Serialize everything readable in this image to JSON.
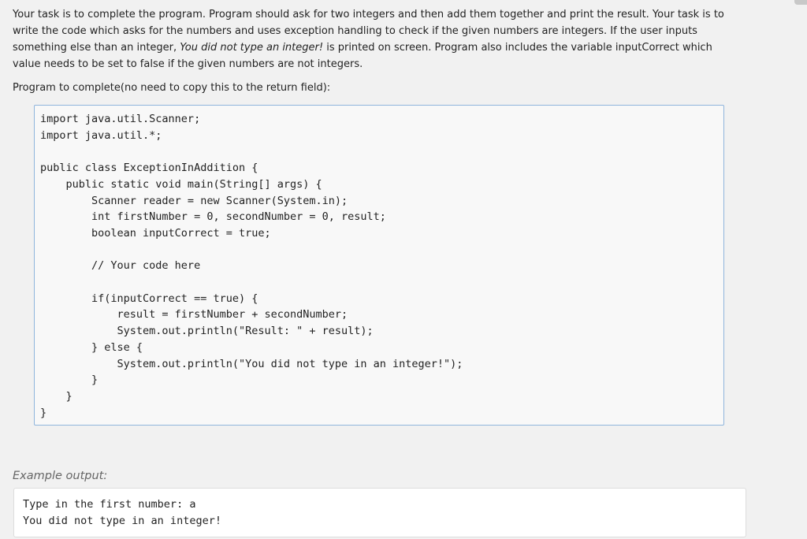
{
  "task": {
    "part1": "Your task is to complete the program. Program should ask for two integers and then add them together and print the result. Your task is to write the code which asks for the numbers and uses exception handling to check if the given numbers are integers. If the user inputs something else than an integer, ",
    "emphasis": "You did not type an integer!",
    "part2": " is printed on screen. Program also includes the variable inputCorrect which value needs to be set to false if the given numbers are not integers."
  },
  "intro": "Program to complete(no need to copy this to the return field):",
  "code": "import java.util.Scanner;\nimport java.util.*;\n\npublic class ExceptionInAddition {\n    public static void main(String[] args) {\n        Scanner reader = new Scanner(System.in);\n        int firstNumber = 0, secondNumber = 0, result;\n        boolean inputCorrect = true;\n\n        // Your code here\n\n        if(inputCorrect == true) {\n            result = firstNumber + secondNumber;\n            System.out.println(\"Result: \" + result);\n        } else {\n            System.out.println(\"You did not type in an integer!\");\n        }\n    }\n}",
  "example": {
    "label": "Example output:",
    "output": "Type in the first number: a\nYou did not type in an integer!"
  }
}
